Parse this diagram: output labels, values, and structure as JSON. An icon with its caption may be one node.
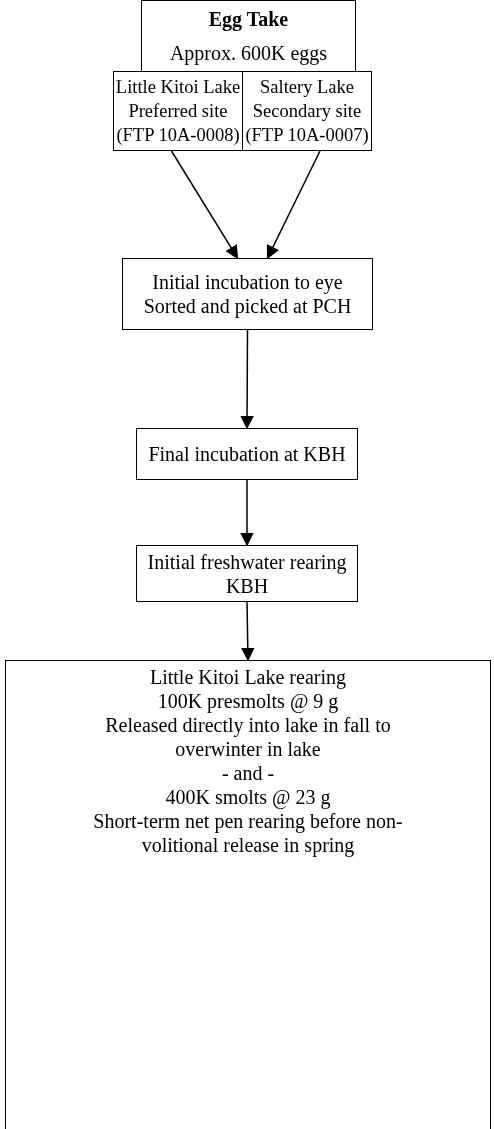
{
  "diagram": {
    "nodes": [
      {
        "text": [
          "Egg Take",
          "Approx. 600K eggs"
        ]
      },
      {
        "text": [
          "Little Kitoi Lake",
          "Preferred site",
          "(FTP 10A-0008)"
        ]
      },
      {
        "text": [
          "Saltery Lake",
          "Secondary site",
          "(FTP 10A-0007)"
        ]
      },
      {
        "text": [
          "Initial incubation to eye",
          "Sorted and picked at PCH"
        ]
      },
      {
        "text": [
          "Final incubation at KBH"
        ]
      },
      {
        "text": [
          "Initial freshwater rearing KBH"
        ]
      },
      {
        "text": [
          "Little Kitoi Lake rearing",
          "100K presmolts @ 9 g",
          "Released directly into lake in fall to overwinter in lake",
          "- and -",
          "400K smolts @ 23 g",
          "Short-term net pen rearing before non-volitional release in spring"
        ]
      }
    ],
    "edges": [
      {
        "from": 1,
        "to": 3,
        "arrow": "to"
      },
      {
        "from": 2,
        "to": 3,
        "arrow": "to"
      },
      {
        "from": 3,
        "to": 4,
        "arrow": "to"
      },
      {
        "from": 4,
        "to": 5,
        "arrow": "to"
      },
      {
        "from": 5,
        "to": 6,
        "arrow": "to"
      }
    ]
  }
}
